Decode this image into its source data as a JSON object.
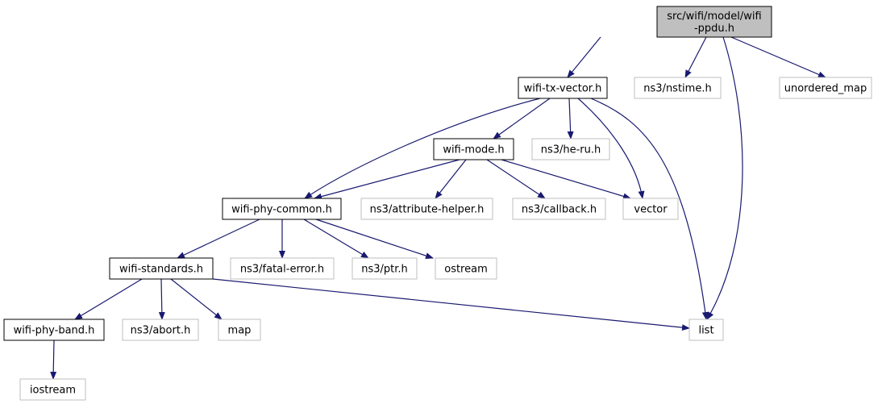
{
  "colors": {
    "edge": "#191970",
    "root_fill": "#bfbfbf",
    "documented_border": "#000000",
    "undocumented_border": "#bfbfbf",
    "node_fill": "#ffffff"
  },
  "diagram": {
    "nodes": [
      {
        "id": "root",
        "lines": [
          "src/wifi/model/wifi",
          "-ppdu.h"
        ],
        "kind": "root"
      },
      {
        "id": "txvector",
        "lines": [
          "wifi-tx-vector.h"
        ],
        "kind": "documented"
      },
      {
        "id": "nstime",
        "lines": [
          "ns3/nstime.h"
        ],
        "kind": "external"
      },
      {
        "id": "unordered_map",
        "lines": [
          "unordered_map"
        ],
        "kind": "external"
      },
      {
        "id": "mode",
        "lines": [
          "wifi-mode.h"
        ],
        "kind": "documented"
      },
      {
        "id": "heru",
        "lines": [
          "ns3/he-ru.h"
        ],
        "kind": "external"
      },
      {
        "id": "phycommon",
        "lines": [
          "wifi-phy-common.h"
        ],
        "kind": "documented"
      },
      {
        "id": "attrhelper",
        "lines": [
          "ns3/attribute-helper.h"
        ],
        "kind": "external"
      },
      {
        "id": "callback",
        "lines": [
          "ns3/callback.h"
        ],
        "kind": "external"
      },
      {
        "id": "vector",
        "lines": [
          "vector"
        ],
        "kind": "external"
      },
      {
        "id": "standards",
        "lines": [
          "wifi-standards.h"
        ],
        "kind": "documented"
      },
      {
        "id": "fatalerror",
        "lines": [
          "ns3/fatal-error.h"
        ],
        "kind": "external"
      },
      {
        "id": "ptr",
        "lines": [
          "ns3/ptr.h"
        ],
        "kind": "external"
      },
      {
        "id": "ostream",
        "lines": [
          "ostream"
        ],
        "kind": "external"
      },
      {
        "id": "phyband",
        "lines": [
          "wifi-phy-band.h"
        ],
        "kind": "documented"
      },
      {
        "id": "abort",
        "lines": [
          "ns3/abort.h"
        ],
        "kind": "external"
      },
      {
        "id": "map",
        "lines": [
          "map"
        ],
        "kind": "external"
      },
      {
        "id": "list",
        "lines": [
          "list"
        ],
        "kind": "external"
      },
      {
        "id": "iostream",
        "lines": [
          "iostream"
        ],
        "kind": "external"
      }
    ],
    "edges": [
      {
        "from": "root",
        "to": "txvector"
      },
      {
        "from": "root",
        "to": "nstime"
      },
      {
        "from": "root",
        "to": "unordered_map"
      },
      {
        "from": "root",
        "to": "list"
      },
      {
        "from": "txvector",
        "to": "mode"
      },
      {
        "from": "txvector",
        "to": "heru"
      },
      {
        "from": "txvector",
        "to": "phycommon"
      },
      {
        "from": "txvector",
        "to": "vector"
      },
      {
        "from": "txvector",
        "to": "list"
      },
      {
        "from": "mode",
        "to": "phycommon"
      },
      {
        "from": "mode",
        "to": "attrhelper"
      },
      {
        "from": "mode",
        "to": "callback"
      },
      {
        "from": "mode",
        "to": "vector"
      },
      {
        "from": "phycommon",
        "to": "standards"
      },
      {
        "from": "phycommon",
        "to": "fatalerror"
      },
      {
        "from": "phycommon",
        "to": "ptr"
      },
      {
        "from": "phycommon",
        "to": "ostream"
      },
      {
        "from": "standards",
        "to": "phyband"
      },
      {
        "from": "standards",
        "to": "abort"
      },
      {
        "from": "standards",
        "to": "map"
      },
      {
        "from": "standards",
        "to": "list"
      },
      {
        "from": "phyband",
        "to": "iostream"
      }
    ]
  }
}
